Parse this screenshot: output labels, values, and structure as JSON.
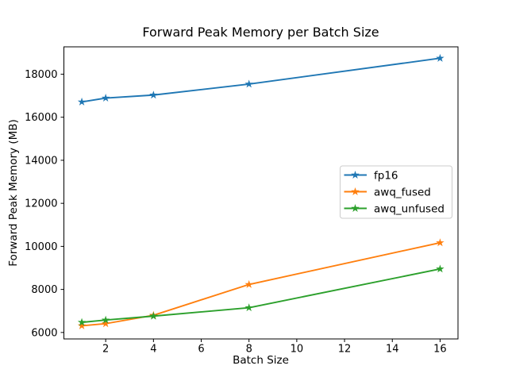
{
  "figure": {
    "background": "#ffffff",
    "axis_color": "#000000",
    "tick_label_color": "#000000",
    "legend_border_color": "#cccccc"
  },
  "chart_data": {
    "type": "line",
    "title": "Forward Peak Memory per Batch Size",
    "xlabel": "Batch Size",
    "ylabel": "Forward Peak Memory (MB)",
    "x": [
      1,
      2,
      4,
      8,
      16
    ],
    "series": [
      {
        "name": "fp16",
        "color": "#1f77b4",
        "marker": "star",
        "values": [
          16710,
          16890,
          17030,
          17540,
          18740
        ]
      },
      {
        "name": "awq_fused",
        "color": "#ff7f0e",
        "marker": "star",
        "values": [
          6310,
          6410,
          6800,
          8230,
          10170
        ]
      },
      {
        "name": "awq_unfused",
        "color": "#2ca02c",
        "marker": "star",
        "values": [
          6470,
          6580,
          6760,
          7150,
          8950
        ]
      }
    ],
    "xticks": [
      2,
      4,
      6,
      8,
      10,
      12,
      14,
      16
    ],
    "yticks": [
      6000,
      8000,
      10000,
      12000,
      14000,
      16000,
      18000
    ],
    "xlim": [
      0.25,
      16.75
    ],
    "ylim": [
      5700,
      19270
    ],
    "grid": false,
    "legend": {
      "entries": [
        "fp16",
        "awq_fused",
        "awq_unfused"
      ],
      "position": "center right"
    }
  }
}
